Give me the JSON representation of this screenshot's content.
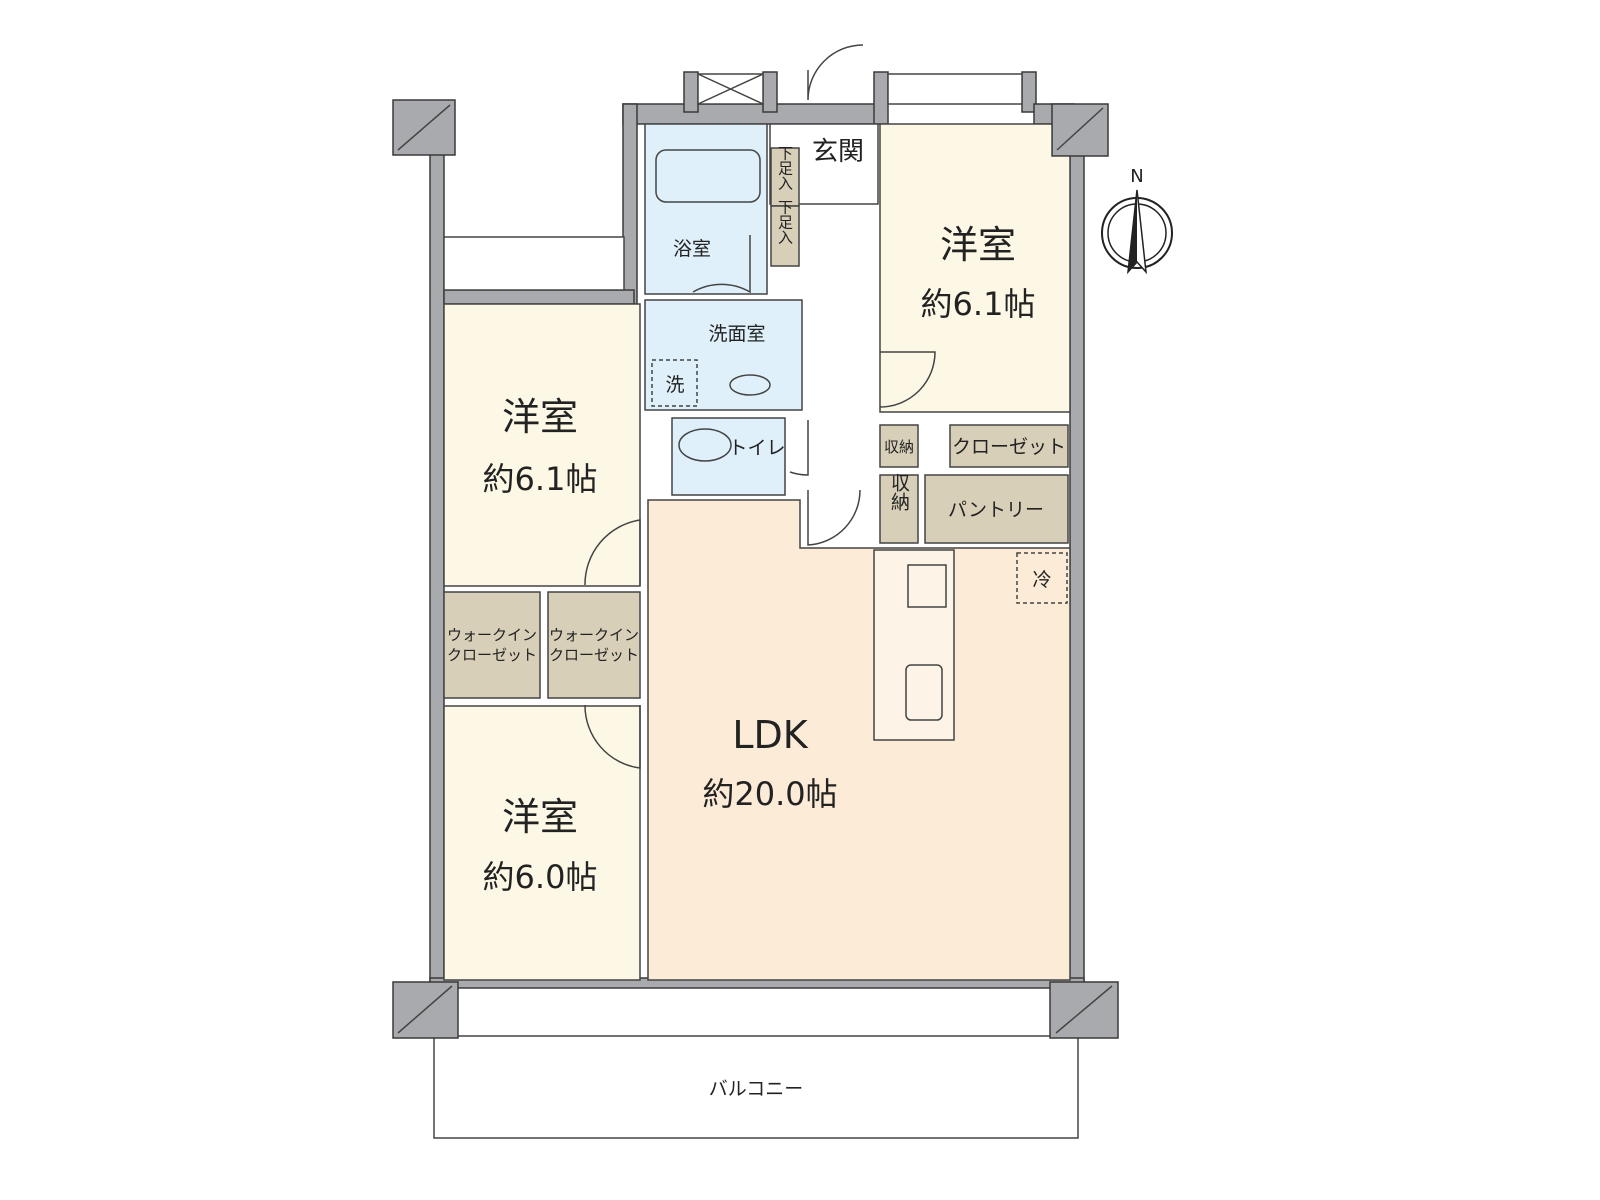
{
  "rooms": {
    "west_upper": {
      "name": "洋室",
      "size": "約6.1帖"
    },
    "west_lower": {
      "name": "洋室",
      "size": "約6.0帖"
    },
    "east": {
      "name": "洋室",
      "size": "約6.1帖"
    },
    "ldk": {
      "name": "LDK",
      "size": "約20.0帖"
    },
    "entrance": {
      "name": "玄関"
    },
    "bath": {
      "name": "浴室"
    },
    "washroom": {
      "name": "洗面室"
    },
    "washer": {
      "name": "洗"
    },
    "toilet": {
      "name": "トイレ"
    },
    "shoe_1": {
      "name": "下足入"
    },
    "shoe_2": {
      "name": "下足入"
    },
    "storage_1": {
      "name": "収納"
    },
    "storage_2": {
      "name": "収納"
    },
    "closet": {
      "name": "クローゼット"
    },
    "pantry": {
      "name": "パントリー"
    },
    "fridge": {
      "name": "冷"
    },
    "wic_1": {
      "line1": "ウォークイン",
      "line2": "クローゼット"
    },
    "wic_2": {
      "line1": "ウォークイン",
      "line2": "クローゼット"
    },
    "balcony": {
      "name": "バルコニー"
    }
  },
  "compass": {
    "label": "N"
  }
}
